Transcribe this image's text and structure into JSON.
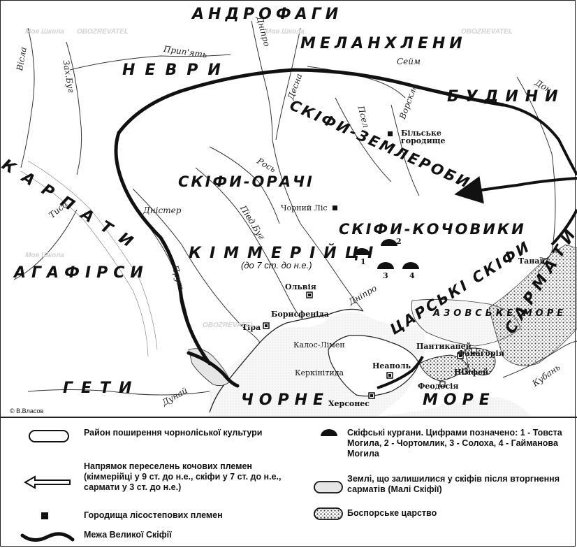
{
  "regions": {
    "androfagi": "АНДРОФАГИ",
    "melankhleni": "МЕЛАНХЛЕНИ",
    "nevry": "НЕВРИ",
    "budyny": "БУДИНИ",
    "skify_zemlerobi": "СКІФИ-ЗЕМЛЕРОБИ",
    "skify_orachi": "СКІФИ-ОРАЧІ",
    "skify_kochovyky": "СКІФИ-КОЧОВИКИ",
    "kimmeriytsi": "КІММЕРІЙЦІ",
    "kimmeriytsi_note": "(до 7 ст. до н.е.)",
    "tsarski_skify": "ЦАРСЬКІ СКІФИ",
    "karpaty": "КАРПАТИ",
    "agafirsy": "АГАФІРСИ",
    "gety": "ГЕТИ",
    "sarmaty": "САРМАТИ",
    "azovske_more": "АЗОВСЬКЕ МОРЕ",
    "chorne_more_1": "ЧОРНЕ",
    "chorne_more_2": "МОРЕ"
  },
  "rivers": {
    "visla": "Вісла",
    "zakh_bug": "Зах.Буг",
    "prypyat": "Прип'ять",
    "dnipro_n": "Дніпро",
    "desna": "Десна",
    "seym": "Сейм",
    "psel": "Псел",
    "vorskla": "Ворскла",
    "don": "Дон",
    "ros": "Рось",
    "dnister": "Дністер",
    "pivd_bug": "Півд.Буг",
    "tysa": "Тиса",
    "prut": "Прут",
    "dnipro_s": "Дніпро",
    "dunay": "Дунай",
    "kuban": "Кубань"
  },
  "places": {
    "bilske": "Більське городище",
    "chornyi_lis": "Чорний Ліс",
    "olviya": "Ольвія",
    "boristenida": "Борисфеніда",
    "tira": "Тіра",
    "kalos_limen": "Калос-Лімен",
    "kerkinitida": "Керкінітида",
    "neapol": "Неаполь",
    "khersones": "Херсонес",
    "pantikapey": "Пантикапей",
    "fanagoriya": "Фанагорія",
    "nimfey": "Німфей",
    "feodosiya": "Феодосія",
    "tanais": "Танаїс"
  },
  "kurgans": [
    "1",
    "2",
    "3",
    "4"
  ],
  "watermarks": {
    "a": "Моя Школа",
    "b": "OBOZREVATEL"
  },
  "copyright": "© В.Власов",
  "legend": {
    "chornoliska": "Район поширення чорноліської культури",
    "migration": "Напрямок переселень кочових племен (кіммерійці у 9 ст. до н.е., скіфи у 7 ст. до н.е., сармати у 3 ст. до н.е.)",
    "gorodyshcha": "Городища лісостепових племен",
    "mezha": "Межа Великої Скіфії",
    "kurgany": "Скіфські кургани. Цифрами позначено: 1 - Товста Могила, 2 - Чортомлик, 3 - Солоха, 4 - Гайманова Могила",
    "mali_skifii": "Землі, що залишилися у скіфів після вторгнення сарматів (Малі Скіфії)",
    "bosporske": "Боспорське царство"
  },
  "colors": {
    "ink": "#111111",
    "paper": "#ffffff",
    "sea": "#f2f2f2",
    "dots": "#333333"
  }
}
